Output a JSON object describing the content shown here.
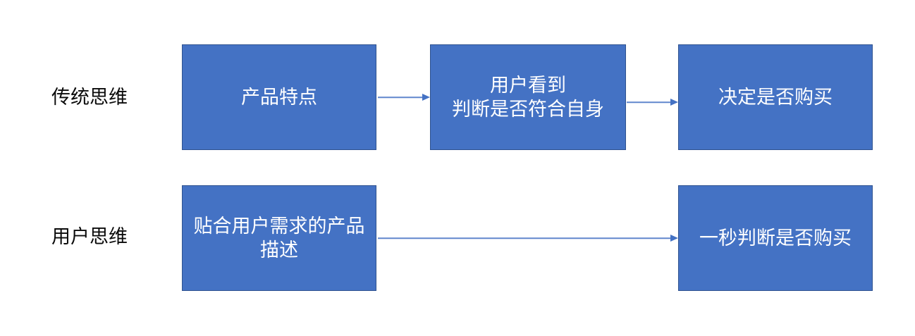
{
  "diagram": {
    "rows": [
      {
        "label": "传统思维",
        "boxes": [
          {
            "text": "产品特点"
          },
          {
            "text": "用户看到\n判断是否符合自身"
          },
          {
            "text": "决定是否购买"
          }
        ]
      },
      {
        "label": "用户思维",
        "boxes": [
          {
            "text": "贴合用户需求的产品\n描述"
          },
          {
            "text": "一秒判断是否购买"
          }
        ]
      }
    ],
    "arrows": [
      {
        "from": "产品特点",
        "to": "用户看到 判断是否符合自身"
      },
      {
        "from": "用户看到 判断是否符合自身",
        "to": "决定是否购买"
      },
      {
        "from": "贴合用户需求的产品描述",
        "to": "一秒判断是否购买"
      }
    ],
    "colors": {
      "background": "#ffffff",
      "box_fill": "#4472C4",
      "box_border": "#2F528F",
      "box_text": "#ffffff",
      "label_text": "#0a0a0a",
      "arrow": "#4472C4"
    }
  }
}
